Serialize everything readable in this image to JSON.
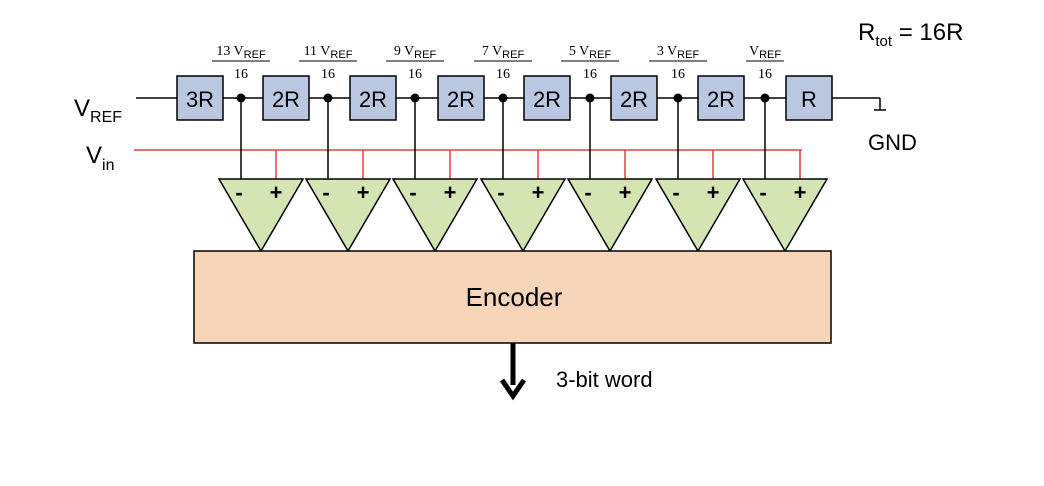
{
  "labels": {
    "rtot_prefix": "R",
    "rtot_sub": "tot",
    "rtot_value": " = 16R",
    "vref_main": "V",
    "vref_sub": "REF",
    "vin_main": "V",
    "vin_sub": "in",
    "gnd": "GND",
    "encoder": "Encoder",
    "output": "3-bit word"
  },
  "resistors": [
    "3R",
    "2R",
    "2R",
    "2R",
    "2R",
    "2R",
    "2R",
    "R"
  ],
  "taps": [
    {
      "coef": "13 ",
      "main": "V",
      "sub": "REF",
      "den": "16"
    },
    {
      "coef": "11 ",
      "main": "V",
      "sub": "REF",
      "den": "16"
    },
    {
      "coef": "9 ",
      "main": "V",
      "sub": "REF",
      "den": "16"
    },
    {
      "coef": "7 ",
      "main": "V",
      "sub": "REF",
      "den": "16"
    },
    {
      "coef": "5 ",
      "main": "V",
      "sub": "REF",
      "den": "16"
    },
    {
      "coef": "3 ",
      "main": "V",
      "sub": "REF",
      "den": "16"
    },
    {
      "coef": "",
      "main": "V",
      "sub": "REF",
      "den": "16"
    }
  ],
  "comparator": {
    "minus": "-",
    "plus": "+"
  },
  "colors": {
    "resistor_fill": "#b9c7e0",
    "comparator_fill": "#d4e4b2",
    "encoder_fill": "#f7d5b8",
    "vin_wire": "#e64040",
    "wire": "#000000"
  }
}
